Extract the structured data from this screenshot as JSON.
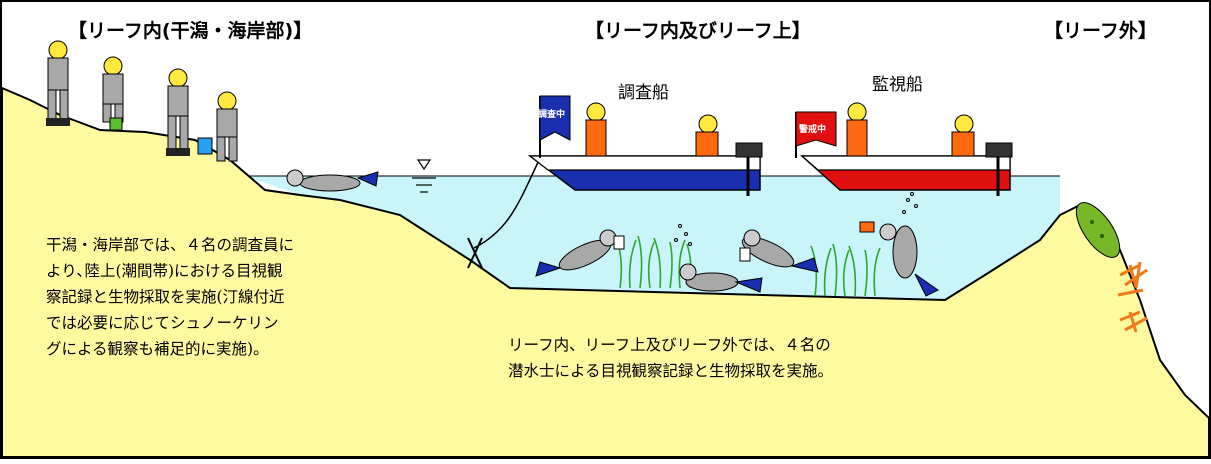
{
  "headers": {
    "left": "【リーフ内(干潟・海岸部)】",
    "center": "【リーフ内及びリーフ上】",
    "right": "【リーフ外】"
  },
  "boats": {
    "survey": {
      "label": "調査船",
      "flag": "調査中",
      "flag_color": "#1a2fb0",
      "hull_color": "#1a2fb0"
    },
    "monitor": {
      "label": "監視船",
      "flag": "警戒中",
      "flag_color": "#e01010",
      "hull_color": "#e01010"
    }
  },
  "notes": {
    "shore": [
      "干潟・海岸部では、４名の調査員に",
      "より､陸上(潮間帯)における目視観",
      "察記録と生物採取を実施(汀線付近",
      "では必要に応じてシュノーケリン",
      "グによる観察も補足的に実施)。"
    ],
    "reef": [
      "リーフ内、リーフ上及びリーフ外では、４名の",
      "潜水士による目視観察記録と生物採取を実施。"
    ]
  },
  "colors": {
    "land": "#fffaa0",
    "water": "#c8f4fa",
    "seagrass": "#2fa52f",
    "coral": "#f07a1a",
    "suit": "#a8a8a8",
    "helmet": "#ffe840",
    "vest": "#ff6a10"
  }
}
